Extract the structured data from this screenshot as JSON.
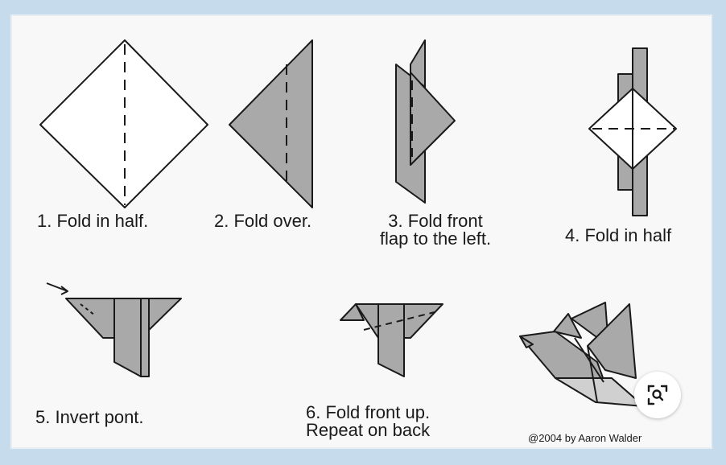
{
  "steps": [
    {
      "label": "1. Fold in half."
    },
    {
      "label": "2. Fold over."
    },
    {
      "label_line1": "3. Fold front",
      "label_line2": "flap to the left."
    },
    {
      "label": "4. Fold in half"
    },
    {
      "label": "5. Invert pont."
    },
    {
      "label_line1": "6. Fold front up.",
      "label_line2": "Repeat on back"
    }
  ],
  "credit": "@2004 by Aaron Walder",
  "colors": {
    "fill_gray": "#a9a9a9",
    "stroke": "#1a1a1a",
    "paper_white": "#ffffff"
  },
  "lens_button": {
    "icon": "visual-search-icon"
  }
}
